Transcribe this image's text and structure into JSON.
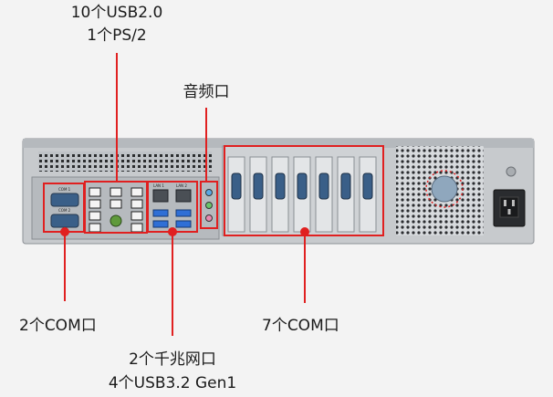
{
  "callouts": {
    "usb_ps2": {
      "line1": "10个USB2.0",
      "line2": "1个PS/2"
    },
    "audio": {
      "text": "音频口"
    },
    "com_left": {
      "text": "2个COM口"
    },
    "com_cards": {
      "text": "7个COM口"
    },
    "lan_usb3": {
      "line1": "2个千兆网口",
      "line2": "4个USB3.2 Gen1"
    }
  },
  "panel_labels": {
    "com1": "COM 1",
    "com2": "COM 2",
    "lan1": "LAN 1",
    "lan2": "LAN 2"
  },
  "colors": {
    "callout_red": "#e02020",
    "chassis": "#c9ccd0",
    "port_blue": "#2f6fd6"
  }
}
